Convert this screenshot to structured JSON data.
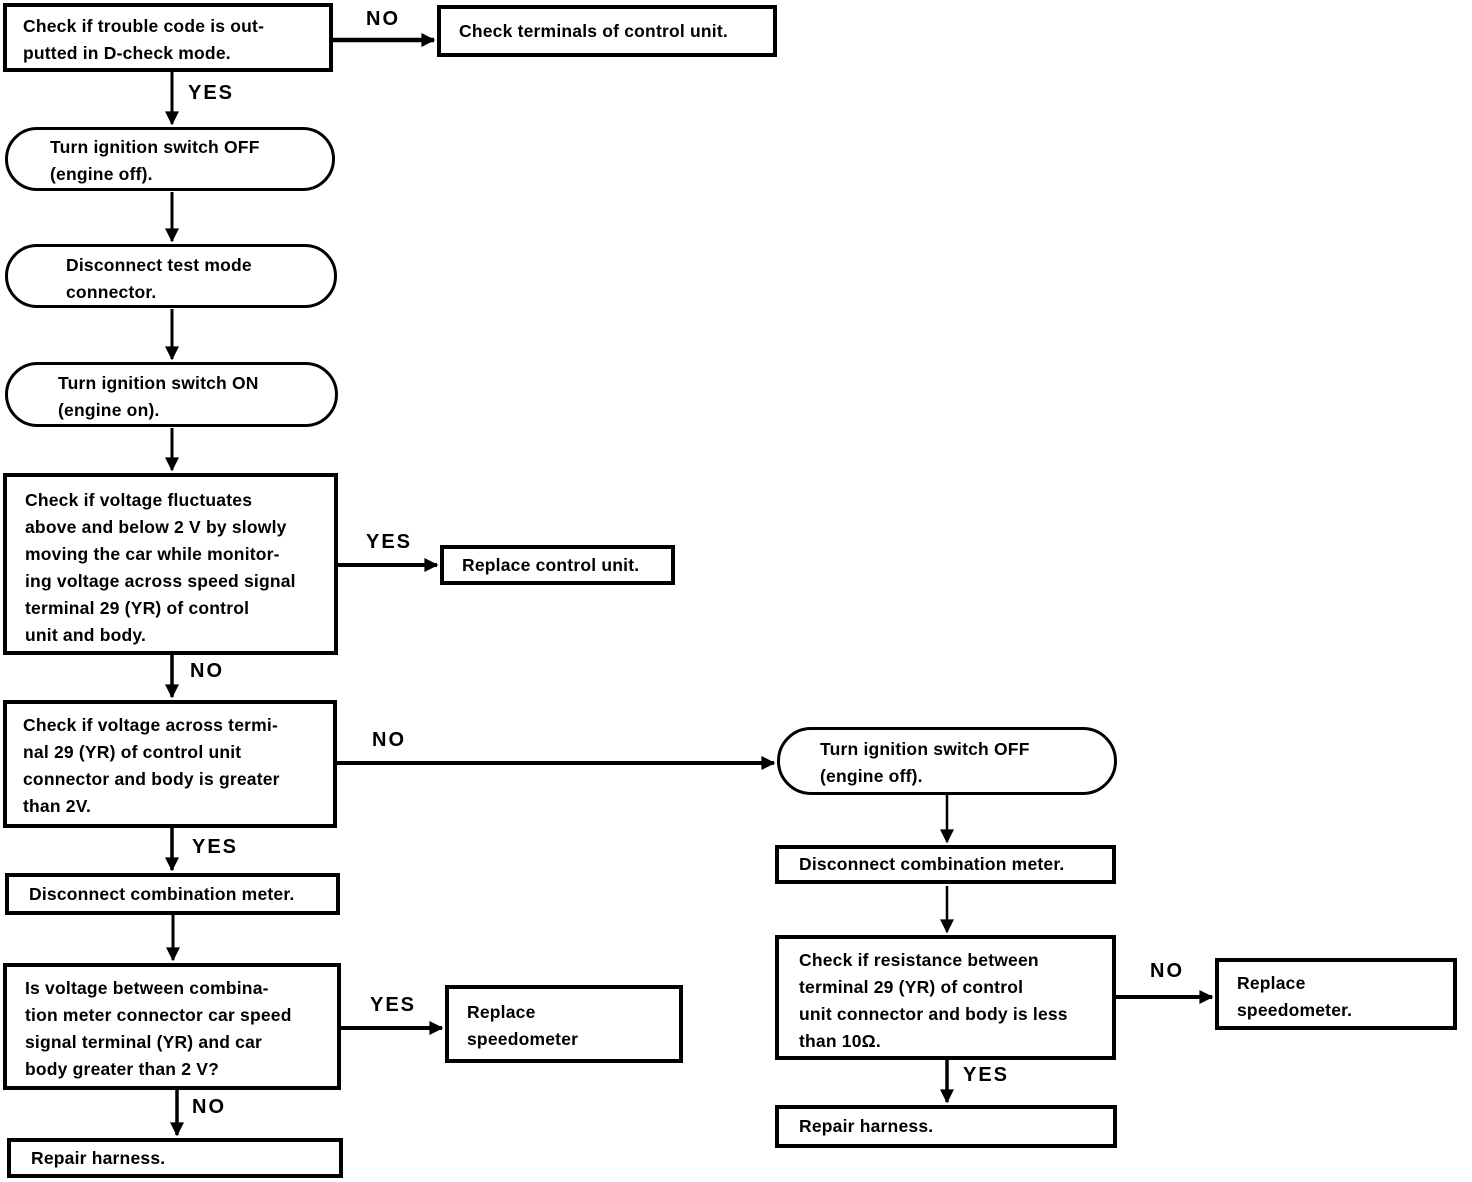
{
  "diagram": {
    "nodes": {
      "check_trouble_code": [
        "Check if trouble code is out-",
        "putted in D-check mode."
      ],
      "check_terminals": [
        "Check terminals of control unit."
      ],
      "ign_off_left": [
        "Turn ignition switch OFF",
        "(engine off)."
      ],
      "disconnect_test_mode": [
        "Disconnect test mode",
        "connector."
      ],
      "ign_on": [
        "Turn ignition switch ON",
        "(engine on)."
      ],
      "check_fluctuates": [
        "Check if voltage fluctuates",
        "above and below 2 V by slowly",
        "moving the car while monitor-",
        "ing voltage across speed signal",
        "terminal 29 (YR) of control",
        "unit and body."
      ],
      "replace_control_unit": [
        "Replace control unit."
      ],
      "check_voltage_terminal29": [
        "Check if voltage across termi-",
        "nal 29 (YR) of control unit",
        "connector and body is greater",
        "than 2V."
      ],
      "disconnect_comb_meter_left": [
        "Disconnect combination meter."
      ],
      "meter_voltage_question": [
        "Is voltage between combina-",
        "tion meter connector car speed",
        "signal terminal (YR) and car",
        "body greater than 2 V?"
      ],
      "replace_speedometer_left": [
        "Replace",
        "speedometer"
      ],
      "repair_harness_left": [
        "Repair harness."
      ],
      "ign_off_right": [
        "Turn ignition switch OFF",
        "(engine off)."
      ],
      "disconnect_comb_meter_right": [
        "Disconnect combination meter."
      ],
      "check_resistance": [
        "Check if resistance between",
        "terminal 29 (YR) of control",
        "unit connector and body is less",
        "than 10Ω."
      ],
      "replace_speedometer_right": [
        "Replace",
        "speedometer."
      ],
      "repair_harness_right": [
        "Repair harness."
      ]
    },
    "edge_labels": {
      "trouble_no": "NO",
      "trouble_yes": "YES",
      "fluctuate_yes": "YES",
      "fluctuate_no": "NO",
      "voltage29_no": "NO",
      "voltage29_yes": "YES",
      "meter_voltage_yes": "YES",
      "meter_voltage_no": "NO",
      "resistance_no": "NO",
      "resistance_yes": "YES"
    }
  }
}
